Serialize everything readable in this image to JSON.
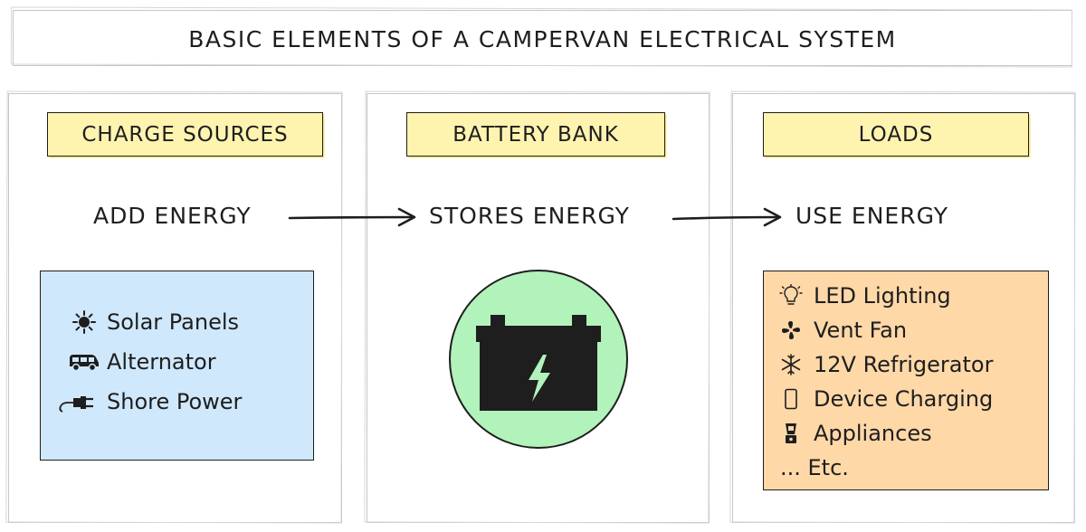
{
  "title": "Basic Elements of a Campervan Electrical System",
  "columns": [
    {
      "heading": "Charge Sources",
      "flow": "Add Energy"
    },
    {
      "heading": "Battery Bank",
      "flow": "Stores Energy"
    },
    {
      "heading": "Loads",
      "flow": "Use Energy"
    }
  ],
  "sources": [
    {
      "icon": "sun-icon",
      "label": "Solar Panels"
    },
    {
      "icon": "van-icon",
      "label": "Alternator"
    },
    {
      "icon": "plug-icon",
      "label": "Shore Power"
    }
  ],
  "loads": [
    {
      "icon": "lightbulb-icon",
      "label": "LED Lighting"
    },
    {
      "icon": "fan-icon",
      "label": "Vent Fan"
    },
    {
      "icon": "snowflake-icon",
      "label": "12V Refrigerator"
    },
    {
      "icon": "phone-icon",
      "label": "Device Charging"
    },
    {
      "icon": "blender-icon",
      "label": "Appliances"
    },
    {
      "icon": "ellipsis",
      "label": "... Etc."
    }
  ],
  "colors": {
    "label_fill": "#fff3b0",
    "sources_fill": "#d0e8fc",
    "battery_fill": "#b2f2bb",
    "loads_fill": "#ffd8a8",
    "stroke": "#1e1e1e"
  }
}
